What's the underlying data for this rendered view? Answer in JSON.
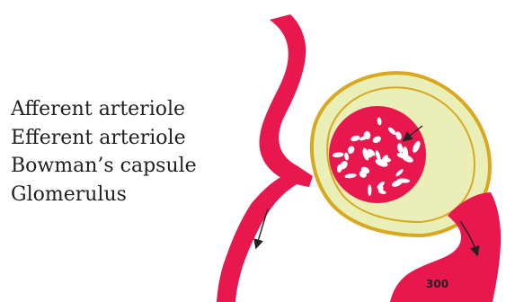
{
  "labels": [
    "Afferent arteriole",
    "Efferent arteriole",
    "Bowman’s capsule",
    "Glomerulus"
  ],
  "diagram": {
    "vessel_number": "300"
  },
  "colors": {
    "vessel": "#e8184f",
    "capsule_fill": "#e9efb6",
    "capsule_rim": "#d9a81f",
    "glomerulus_gap": "#ffffff",
    "arrow": "#222222"
  }
}
